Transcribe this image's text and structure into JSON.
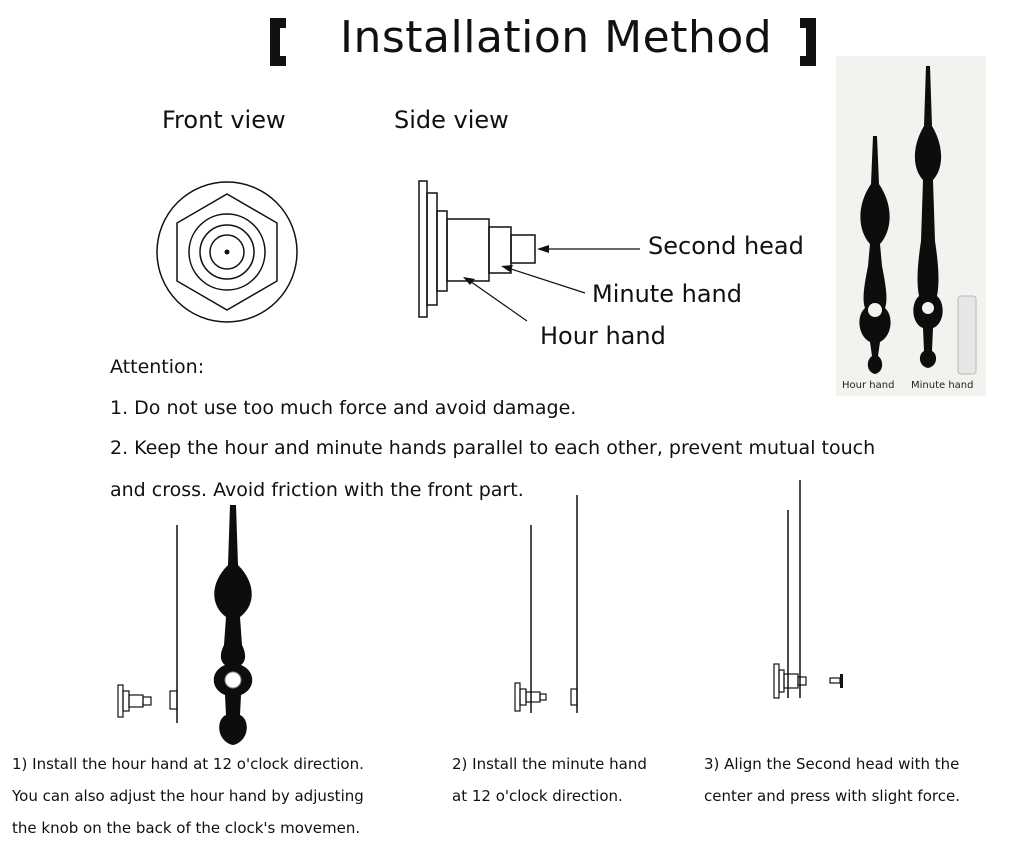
{
  "title": "Installation Method",
  "views": {
    "front": "Front view",
    "side": "Side view"
  },
  "side_labels": {
    "second_head": "Second head",
    "minute_hand": "Minute hand",
    "hour_hand": "Hour hand"
  },
  "photo_labels": {
    "hour": "Hour hand",
    "minute": "Minute hand"
  },
  "attention": {
    "heading": "Attention:",
    "line1": "1. Do not use too much force and avoid damage.",
    "line2": "2. Keep the hour and minute hands parallel to each other, prevent mutual touch",
    "line3": "and cross. Avoid friction with the front part."
  },
  "steps": [
    {
      "line1": "1) Install the hour hand at 12 o'clock direction.",
      "line2": "You can also adjust the hour hand by adjusting",
      "line3": "the knob on the back of the clock's movemen."
    },
    {
      "line1": "2) Install the minute hand",
      "line2": "at 12 o'clock direction."
    },
    {
      "line1": "3) Align  the Second head with the",
      "line2": "center and press with slight force."
    }
  ]
}
